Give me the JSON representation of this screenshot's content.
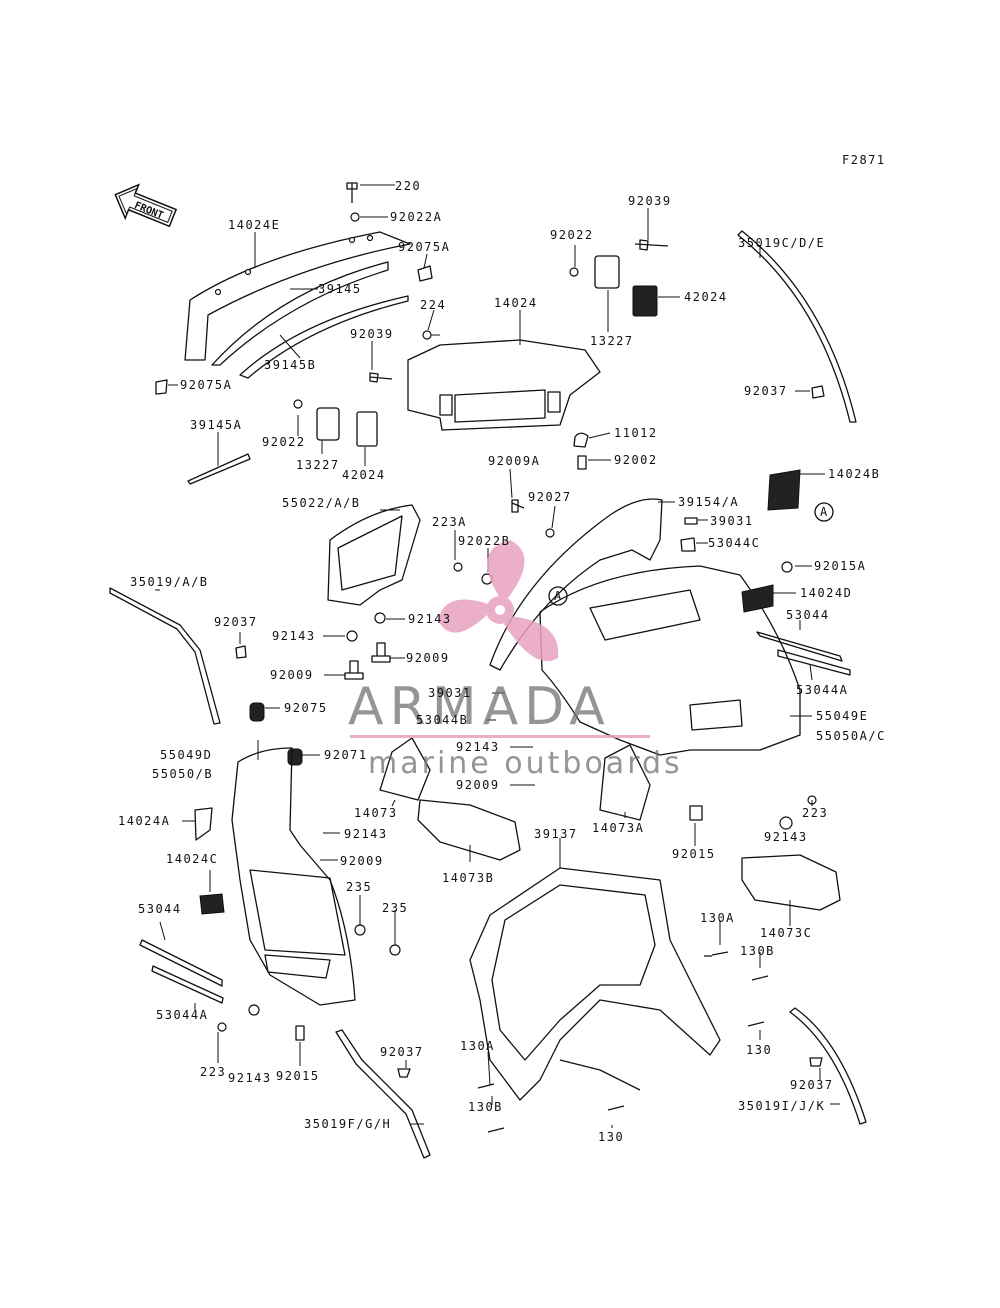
{
  "figure_code": "F2871",
  "direction_label": "FRONT",
  "watermark": {
    "brand": "ARMADA",
    "tagline": "marine outboards",
    "accent_color": "#e8a2c0"
  },
  "callout_ref": "A",
  "labels": [
    "220",
    "92022A",
    "14024E",
    "92075A",
    "39145",
    "39145B",
    "92075A",
    "39145A",
    "92039",
    "224",
    "14024",
    "92022",
    "13227",
    "42024",
    "92039",
    "92022",
    "13227",
    "42024",
    "35019C/D/E",
    "92037",
    "11012",
    "92002",
    "92009A",
    "92027",
    "39154/A",
    "39031",
    "53044C",
    "14024B",
    "92015A",
    "14024D",
    "53044",
    "53044A",
    "55049E",
    "55050A/C",
    "55022/A/B",
    "223A",
    "92022B",
    "92143",
    "92143",
    "92037",
    "35019/A/B",
    "92009",
    "92009",
    "39031",
    "53044B",
    "92143",
    "92009",
    "92075",
    "55049D",
    "55050/B",
    "92071",
    "14073",
    "14024A",
    "92143",
    "14024C",
    "92009",
    "235",
    "235",
    "14073B",
    "14073A",
    "39137",
    "92015",
    "92143",
    "223",
    "14073C",
    "130A",
    "130B",
    "130",
    "53044",
    "53044A",
    "92143",
    "223",
    "92015",
    "92037",
    "35019F/G/H",
    "130A",
    "130B",
    "130",
    "92037",
    "35019I/J/K"
  ]
}
